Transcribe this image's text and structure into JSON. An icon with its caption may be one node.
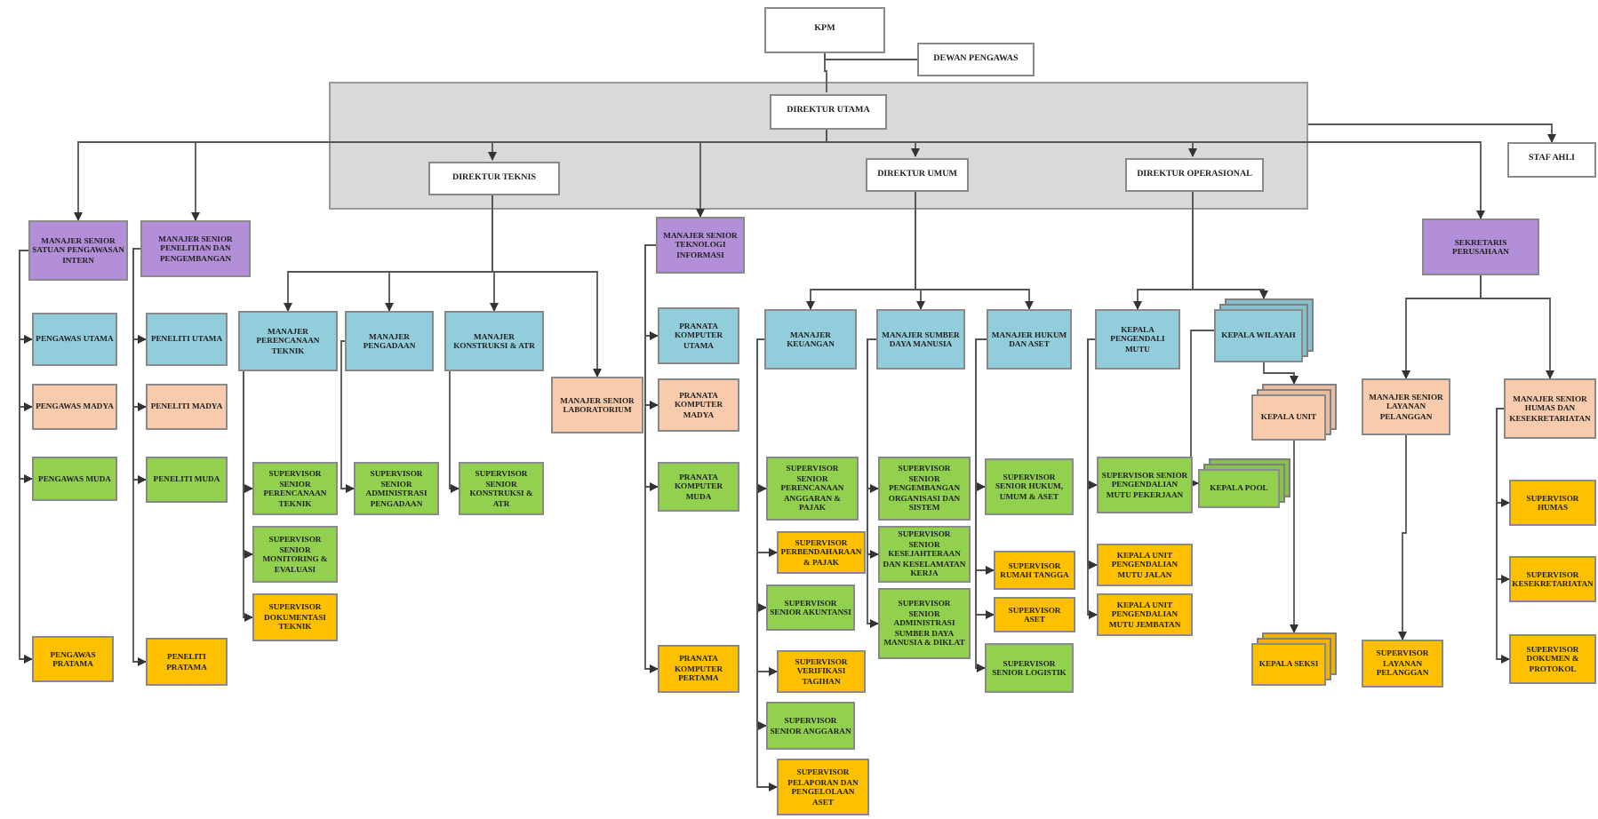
{
  "diagram": {
    "nodes": [
      {
        "text": [
          "KPM"
        ]
      },
      {
        "text": [
          "DEWAN PENGAWAS"
        ]
      },
      {
        "text": [],
        "shape": "box"
      },
      {
        "text": [
          "DIREKTUR UTAMA"
        ],
        "in": 2
      },
      {
        "text": [
          "DIREKTUR TEKNIS"
        ],
        "in": 2
      },
      {
        "text": [
          "DIREKTUR UMUM"
        ],
        "in": 2
      },
      {
        "text": [
          "DIREKTUR OPERASIONAL"
        ],
        "in": 2
      },
      {
        "text": [
          "STAF AHLI"
        ]
      },
      {
        "text": [
          "MANAJER SENIOR SATUAN PENGAWASAN INTERN"
        ]
      },
      {
        "text": [
          "MANAJER SENIOR PENELITIAN DAN PENGEMBANGAN"
        ]
      },
      {
        "text": [
          "PENGAWAS UTAMA"
        ]
      },
      {
        "text": [
          "PENGAWAS MADYA"
        ]
      },
      {
        "text": [
          "PENGAWAS MUDA"
        ]
      },
      {
        "text": [
          "PENGAWAS PRATAMA"
        ]
      },
      {
        "text": [
          "PENELITI UTAMA"
        ]
      },
      {
        "text": [
          "PENELITI MADYA"
        ]
      },
      {
        "text": [
          "PENELITI MUDA"
        ]
      },
      {
        "text": [
          "PENELITI PRATAMA"
        ]
      },
      {
        "text": [
          "MANAJER PERENCANAAN TEKNIK"
        ]
      },
      {
        "text": [
          "MANAJER PENGADAAN"
        ]
      },
      {
        "text": [
          "MANAJER KONSTRUKSI & ATR"
        ]
      },
      {
        "text": [
          "MANAJER SENIOR LABORATORIUM"
        ]
      },
      {
        "text": [
          "SUPERVISOR SENIOR PERENCANAAN TEKNIK"
        ]
      },
      {
        "text": [
          "SUPERVISOR SENIOR MONITORING & EVALUASI"
        ]
      },
      {
        "text": [
          "SUPERVISOR DOKUMENTASI TEKNIK"
        ]
      },
      {
        "text": [
          "SUPERVISOR SENIOR ADMINISTRASI PENGADAAN"
        ]
      },
      {
        "text": [
          "SUPERVISOR SENIOR KONSTRUKSI & ATR"
        ]
      },
      {
        "text": [
          "MANAJER SENIOR TEKNOLOGI INFORMASI"
        ]
      },
      {
        "text": [
          "PRANATA KOMPUTER UTAMA"
        ]
      },
      {
        "text": [
          "PRANATA KOMPUTER MADYA"
        ]
      },
      {
        "text": [
          "PRANATA KOMPUTER MUDA"
        ]
      },
      {
        "text": [
          "PRANATA KOMPUTER PERTAMA"
        ]
      },
      {
        "text": [
          "MANAJER KEUANGAN"
        ]
      },
      {
        "text": [
          "MANAJER SUMBER DAYA MANUSIA"
        ]
      },
      {
        "text": [
          "MANAJER HUKUM DAN ASET"
        ]
      },
      {
        "text": [
          "KEPALA PENGENDALI MUTU"
        ]
      },
      {
        "text": [
          "KEPALA WILAYAH"
        ]
      },
      {
        "text": [
          "SUPERVISOR SENIOR PERENCANAAN ANGGARAN & PAJAK"
        ]
      },
      {
        "text": [
          "SUPERVISOR PERBENDAHARAAN & PAJAK"
        ]
      },
      {
        "text": [
          "SUPERVISOR SENIOR AKUNTANSI"
        ]
      },
      {
        "text": [
          "SUPERVISOR VERIFIKASI TAGIHAN"
        ]
      },
      {
        "text": [
          "SUPERVISOR SENIOR ANGGARAN"
        ]
      },
      {
        "text": [
          "SUPERVISOR PELAPORAN DAN PENGELOLAAN ASET"
        ]
      },
      {
        "text": [
          "SUPERVISOR SENIOR PENGEMBANGAN ORGANISASI DAN SISTEM"
        ]
      },
      {
        "text": [
          "SUPERVISOR SENIOR KESEJAHTERAAN DAN KESELAMATAN KERJA"
        ]
      },
      {
        "text": [
          "SUPERVISOR SENIOR ADMINISTRASI SUMBER DAYA MANUSIA & DIKLAT"
        ]
      },
      {
        "text": [
          "SUPERVISOR SENIOR HUKUM, UMUM & ASET"
        ]
      },
      {
        "text": [
          "SUPERVISOR RUMAH TANGGA"
        ]
      },
      {
        "text": [
          "SUPERVISOR ASET"
        ]
      },
      {
        "text": [
          "SUPERVISOR SENIOR LOGISTIK"
        ]
      },
      {
        "text": [
          "SUPERVISOR SENIOR PENGENDALIAN MUTU PEKERJAAN"
        ]
      },
      {
        "text": [
          "KEPALA UNIT PENGENDALIAN MUTU JALAN"
        ]
      },
      {
        "text": [
          "KEPALA UNIT PENGENDALIAN MUTU JEMBATAN"
        ]
      },
      {
        "text": [
          "KEPALA UNIT"
        ]
      },
      {
        "text": [
          "KEPALA POOL"
        ]
      },
      {
        "text": [
          "KEPALA SEKSI"
        ]
      },
      {
        "text": [
          "SEKRETARIS PERUSAHAAN"
        ]
      },
      {
        "text": [
          "MANAJER SENIOR LAYANAN PELANGGAN"
        ]
      },
      {
        "text": [
          "MANAJER SENIOR HUMAS DAN KESEKRETARIATAN"
        ]
      },
      {
        "text": [
          "SUPERVISOR LAYANAN PELANGGAN"
        ]
      },
      {
        "text": [
          "SUPERVISOR HUMAS"
        ]
      },
      {
        "text": [
          "SUPERVISOR KESEKRETARIATAN"
        ]
      },
      {
        "text": [
          "SUPERVISOR DOKUMEN & PROTOKOL"
        ]
      }
    ],
    "edges": [
      {
        "from": 0,
        "to": 3,
        "arrow": "none"
      },
      {
        "from": 0,
        "to": 1,
        "arrow": "none"
      },
      {
        "from": 2,
        "to": 7,
        "arrow": "to"
      },
      {
        "from": 3,
        "to": 4,
        "arrow": "to"
      },
      {
        "from": 3,
        "to": 5,
        "arrow": "to"
      },
      {
        "from": 3,
        "to": 6,
        "arrow": "to"
      },
      {
        "from": 3,
        "to": 8,
        "arrow": "to"
      },
      {
        "from": 3,
        "to": 9,
        "arrow": "to"
      },
      {
        "from": 3,
        "to": 27,
        "arrow": "to"
      },
      {
        "from": 3,
        "to": 56,
        "arrow": "to"
      },
      {
        "from": 8,
        "to": 10,
        "arrow": "to"
      },
      {
        "from": 8,
        "to": 11,
        "arrow": "to"
      },
      {
        "from": 8,
        "to": 12,
        "arrow": "to"
      },
      {
        "from": 8,
        "to": 13,
        "arrow": "to"
      },
      {
        "from": 9,
        "to": 14,
        "arrow": "to"
      },
      {
        "from": 9,
        "to": 15,
        "arrow": "to"
      },
      {
        "from": 9,
        "to": 16,
        "arrow": "to"
      },
      {
        "from": 9,
        "to": 17,
        "arrow": "to"
      },
      {
        "from": 4,
        "to": 18,
        "arrow": "to"
      },
      {
        "from": 4,
        "to": 19,
        "arrow": "to"
      },
      {
        "from": 4,
        "to": 20,
        "arrow": "to"
      },
      {
        "from": 4,
        "to": 21,
        "arrow": "to"
      },
      {
        "from": 18,
        "to": 22,
        "arrow": "to"
      },
      {
        "from": 18,
        "to": 23,
        "arrow": "to"
      },
      {
        "from": 18,
        "to": 24,
        "arrow": "to"
      },
      {
        "from": 19,
        "to": 25,
        "arrow": "to"
      },
      {
        "from": 20,
        "to": 26,
        "arrow": "to"
      },
      {
        "from": 27,
        "to": 28,
        "arrow": "to"
      },
      {
        "from": 27,
        "to": 29,
        "arrow": "to"
      },
      {
        "from": 27,
        "to": 30,
        "arrow": "to"
      },
      {
        "from": 27,
        "to": 31,
        "arrow": "to"
      },
      {
        "from": 5,
        "to": 32,
        "arrow": "to"
      },
      {
        "from": 5,
        "to": 33,
        "arrow": "to"
      },
      {
        "from": 5,
        "to": 34,
        "arrow": "to"
      },
      {
        "from": 6,
        "to": 35,
        "arrow": "to"
      },
      {
        "from": 6,
        "to": 36,
        "arrow": "to"
      },
      {
        "from": 32,
        "to": 37,
        "arrow": "to"
      },
      {
        "from": 32,
        "to": 38,
        "arrow": "to"
      },
      {
        "from": 32,
        "to": 39,
        "arrow": "to"
      },
      {
        "from": 32,
        "to": 40,
        "arrow": "to"
      },
      {
        "from": 32,
        "to": 41,
        "arrow": "to"
      },
      {
        "from": 32,
        "to": 42,
        "arrow": "to"
      },
      {
        "from": 33,
        "to": 43,
        "arrow": "to"
      },
      {
        "from": 33,
        "to": 44,
        "arrow": "to"
      },
      {
        "from": 33,
        "to": 45,
        "arrow": "to"
      },
      {
        "from": 34,
        "to": 46,
        "arrow": "to"
      },
      {
        "from": 34,
        "to": 47,
        "arrow": "to"
      },
      {
        "from": 34,
        "to": 48,
        "arrow": "to"
      },
      {
        "from": 34,
        "to": 49,
        "arrow": "to"
      },
      {
        "from": 35,
        "to": 50,
        "arrow": "to"
      },
      {
        "from": 35,
        "to": 51,
        "arrow": "to"
      },
      {
        "from": 35,
        "to": 52,
        "arrow": "to"
      },
      {
        "from": 36,
        "to": 53,
        "arrow": "to"
      },
      {
        "from": 36,
        "to": 54,
        "arrow": "to"
      },
      {
        "from": 53,
        "to": 55,
        "arrow": "to"
      },
      {
        "from": 56,
        "to": 57,
        "arrow": "to"
      },
      {
        "from": 56,
        "to": 58,
        "arrow": "to"
      },
      {
        "from": 57,
        "to": 59,
        "arrow": "to"
      },
      {
        "from": 58,
        "to": 60,
        "arrow": "to"
      },
      {
        "from": 58,
        "to": 61,
        "arrow": "to"
      },
      {
        "from": 58,
        "to": 62,
        "arrow": "to"
      }
    ]
  }
}
